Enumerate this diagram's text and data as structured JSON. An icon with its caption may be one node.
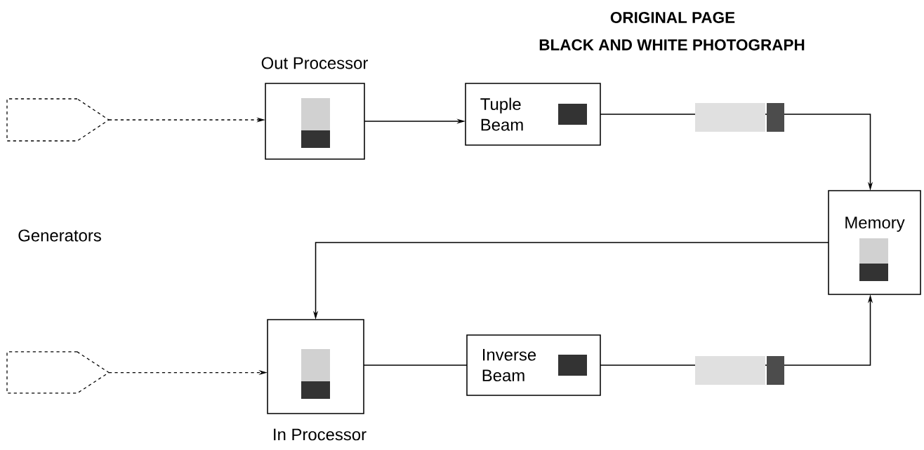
{
  "diagram": {
    "nodes": [
      {
        "text": [],
        "shape": "pentagon"
      },
      {
        "text": [],
        "shape": "pentagon"
      },
      {
        "text": [
          "Out Processor"
        ]
      },
      {
        "text": [
          "Tuple Beam"
        ]
      },
      {
        "text": [
          "Memory"
        ]
      },
      {
        "text": [
          "In Processor"
        ]
      },
      {
        "text": [
          "Inverse Beam"
        ]
      }
    ],
    "edges": [
      {
        "from": 0,
        "to": 2,
        "arrow": "to",
        "style": "dashed"
      },
      {
        "from": 1,
        "to": 5,
        "arrow": "to",
        "style": "dashed"
      },
      {
        "from": 2,
        "to": 3,
        "arrow": "to"
      },
      {
        "from": 3,
        "to": 4,
        "arrow": "to"
      },
      {
        "from": 4,
        "to": 5,
        "arrow": "to"
      },
      {
        "from": 5,
        "to": 6,
        "arrow": "none"
      },
      {
        "from": 6,
        "to": 4,
        "arrow": "to"
      }
    ],
    "labels": [
      "ORIGINAL PAGE",
      "BLACK AND WHITE PHOTOGRAPH",
      "Generators"
    ]
  }
}
